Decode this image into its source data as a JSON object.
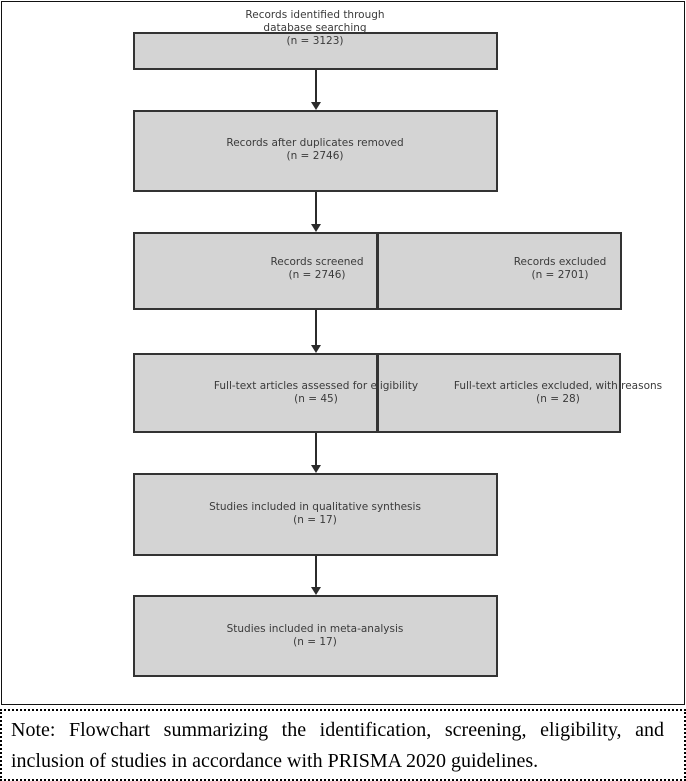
{
  "colors": {
    "box_fill": "#d4d4d4",
    "box_border": "#333333",
    "box_text": "#3a3a3a",
    "arrow": "#2b2b2b"
  },
  "figure": {
    "type": "prisma-flow-diagram",
    "nodes": [
      {
        "id": "records-identified",
        "text": "Records identified through\ndatabase searching\n(n = 3123)"
      },
      {
        "id": "duplicates-removed",
        "text": "Records after duplicates removed\n(n = 2746)"
      },
      {
        "id": "records-screened",
        "text": "Records screened\n(n = 2746)"
      },
      {
        "id": "records-excluded",
        "text": "Records excluded\n(n = 2701)"
      },
      {
        "id": "fulltext-assessed",
        "text": "Full-text articles assessed for eligibility\n(n = 45)"
      },
      {
        "id": "fulltext-excluded",
        "text": "Full-text articles excluded, with reasons\n(n = 28)"
      },
      {
        "id": "qualitative-synthesis",
        "text": "Studies included in qualitative synthesis\n(n = 17)"
      },
      {
        "id": "meta-analysis",
        "text": "Studies included in meta-analysis\n(n = 17)"
      }
    ]
  },
  "note": {
    "line1": "Note: Flowchart summarizing the identification, screening, eligibility, and",
    "line2": "inclusion of studies in accordance with PRISMA 2020 guidelines."
  }
}
